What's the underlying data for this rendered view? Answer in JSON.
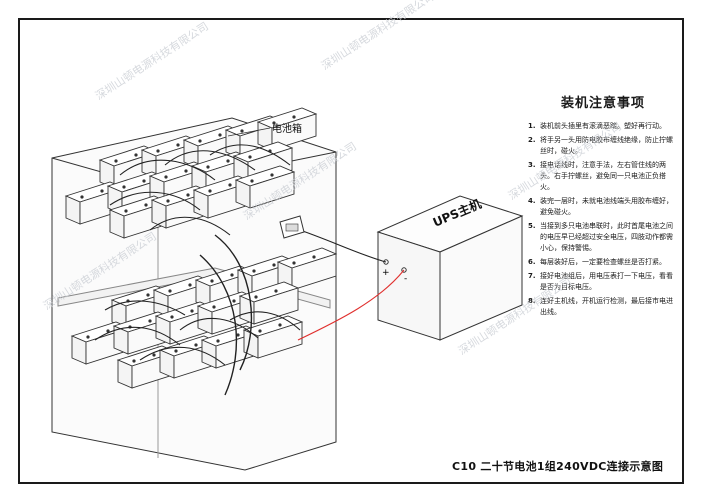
{
  "diagram": {
    "battery_box_label": "电池箱",
    "ups_label": "UPS主机",
    "caption": "C10 二十节电池1组240VDC连接示意图",
    "plus_sign": "+",
    "minus_sign": "-"
  },
  "notes": {
    "title": "装机注意事项",
    "items": [
      {
        "num": "1.",
        "text": "装机前头插里有滚滴恶踏。塑好再行动。"
      },
      {
        "num": "2.",
        "text": "将手另一头用防电胶布缠线绝缘，防止拧螺丝时，碰火。"
      },
      {
        "num": "3.",
        "text": "接电话线时，注意手法，左右管住线的两头。右手拧螺丝，避免同一只电池正负搭火。"
      },
      {
        "num": "4.",
        "text": "装完一层时，未就电池线端头用胶布缠好，避免碰火。"
      },
      {
        "num": "5.",
        "text": "当接到多只电池串联时，此时首尾电池之间的电压早已经超过安全电压，四肢动作都需小心，保持警惕。"
      },
      {
        "num": "6.",
        "text": "每层装好后，一定要检查螺丝是否打紧。"
      },
      {
        "num": "7.",
        "text": "接好电池组后，用电压表打一下电压，看看是否为目标电压。"
      },
      {
        "num": "8.",
        "text": "连好主机线，开机运行检测，最后接市电进出线。"
      }
    ]
  },
  "watermark": "深圳山顿电源科技有限公司"
}
